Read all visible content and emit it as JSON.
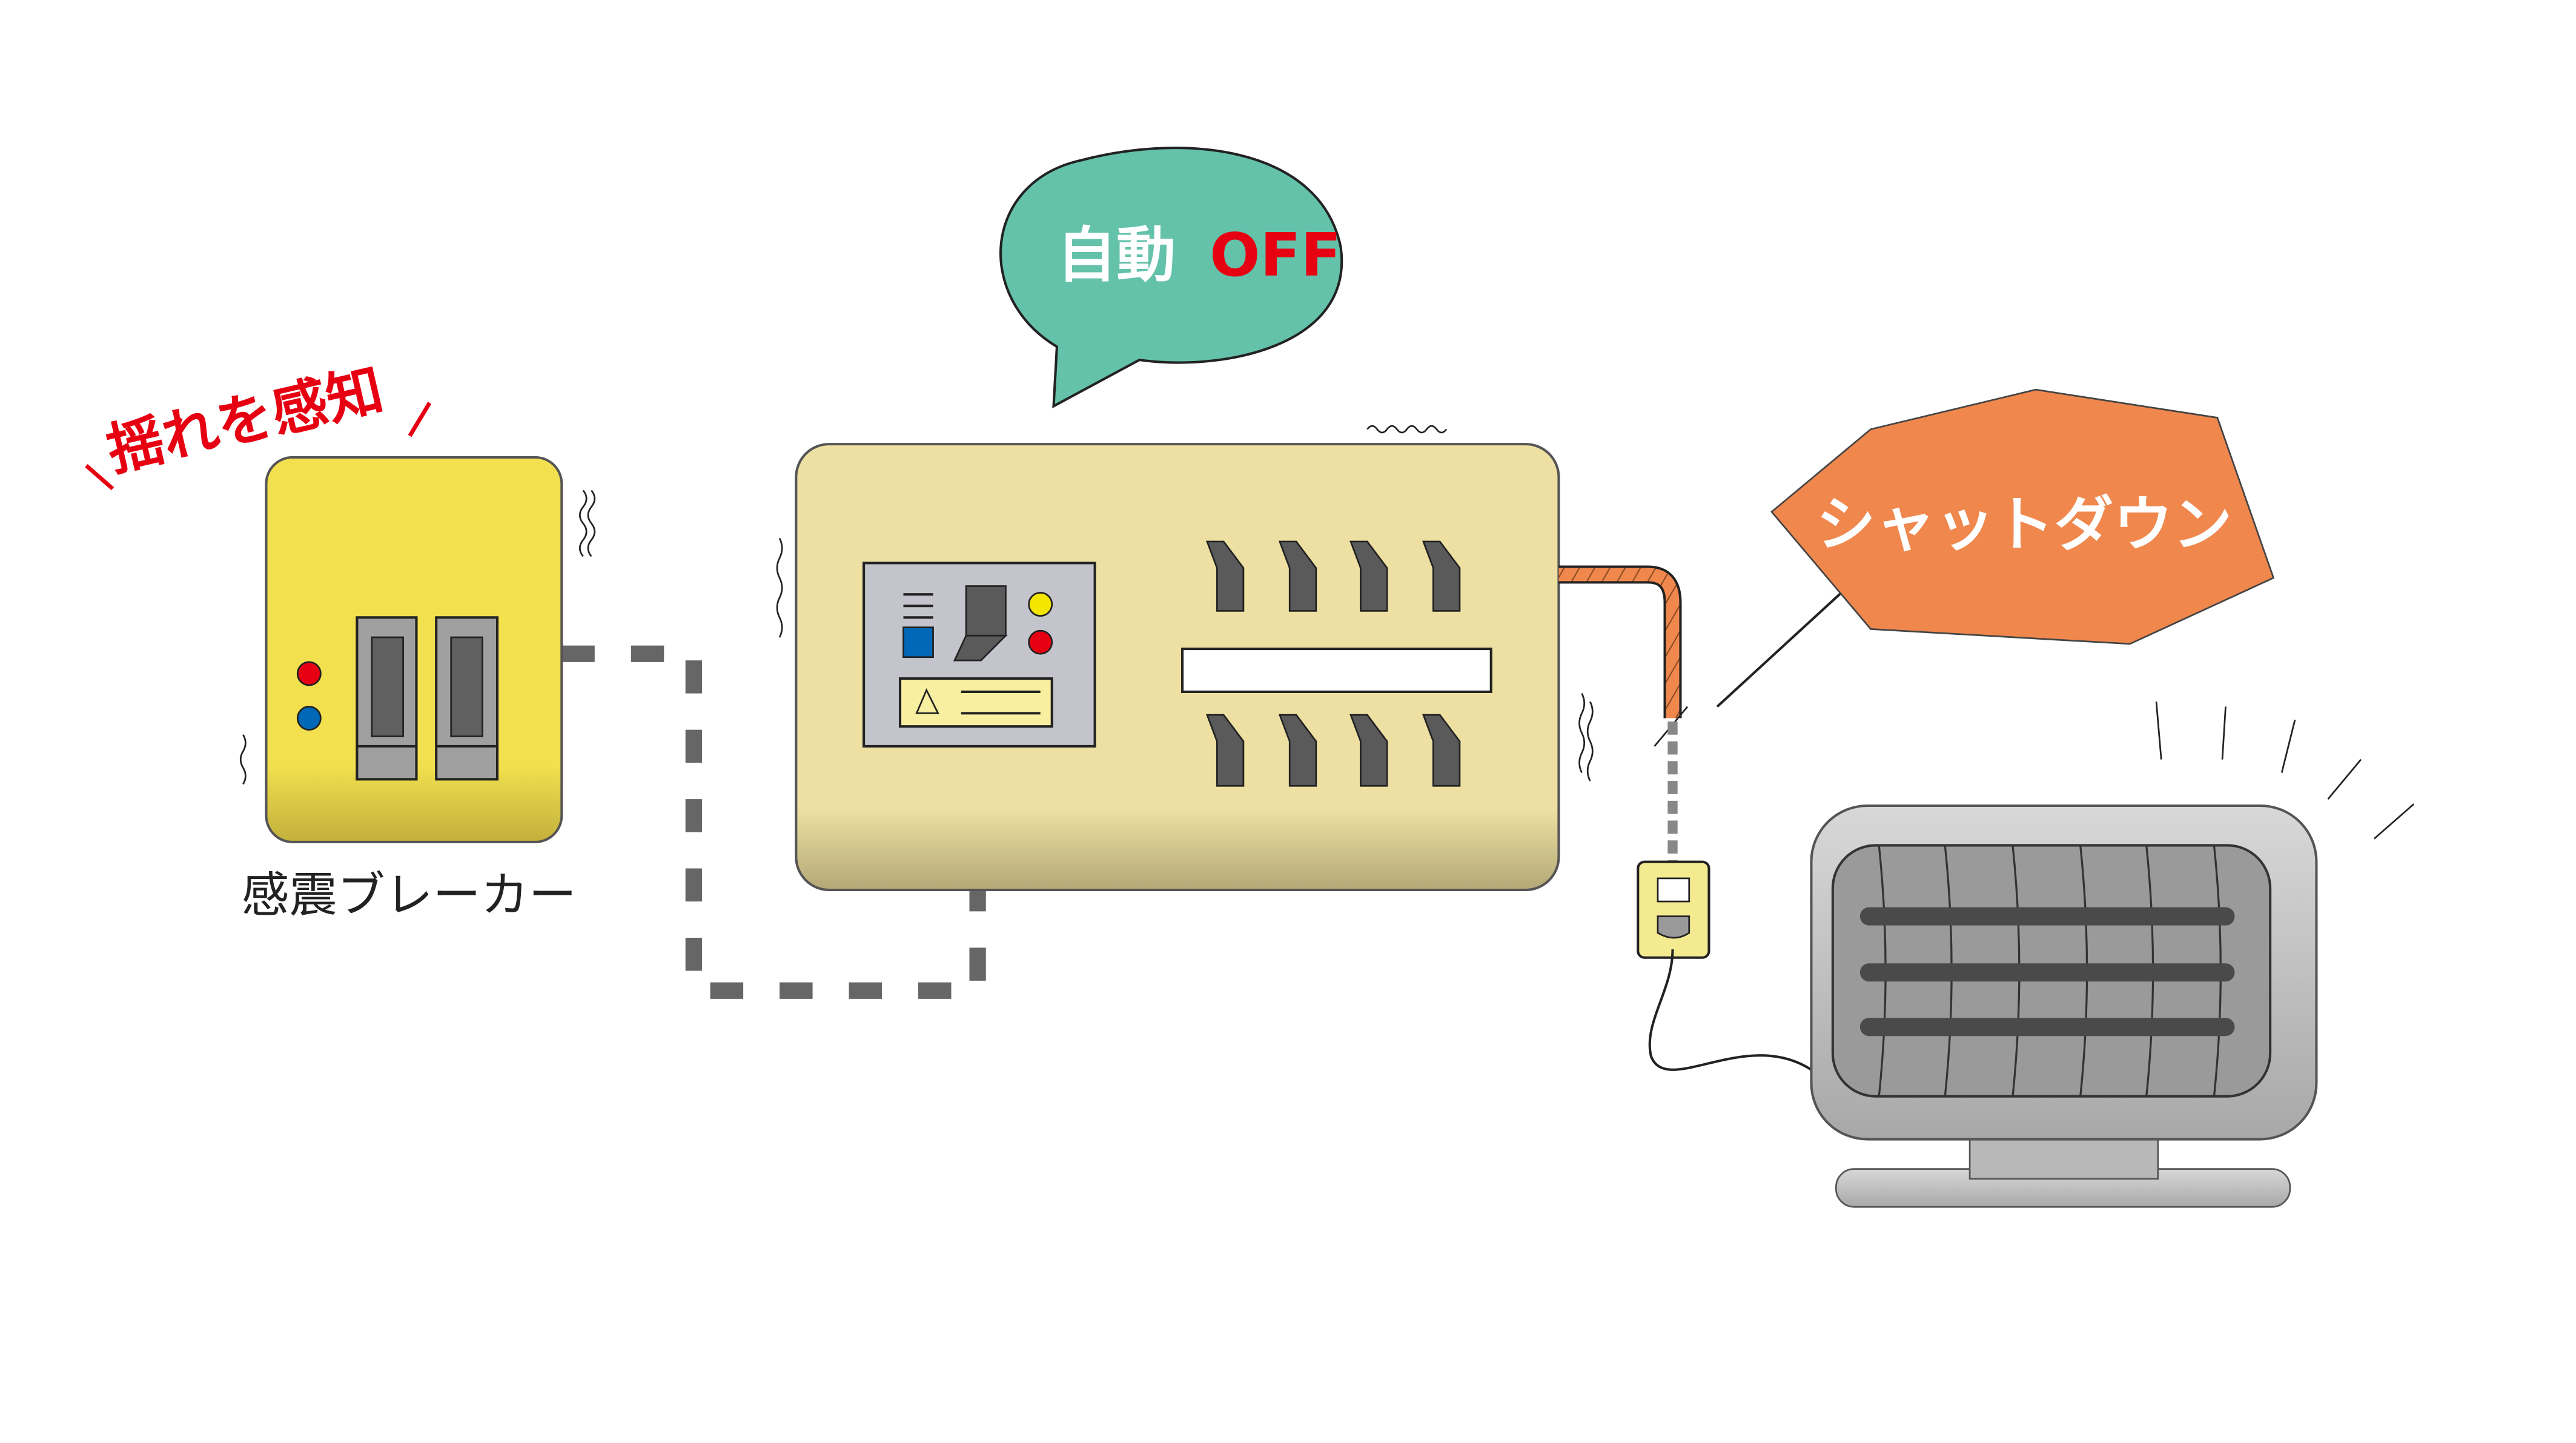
{
  "labels": {
    "shake_detect": "揺れを感知",
    "auto": "自動",
    "off": "OFF",
    "shutdown": "シャットダウン",
    "breaker_name": "感震ブレーカー"
  },
  "colors": {
    "breaker_yellow": "#f2e04e",
    "panel_beige": "#ede0a2",
    "bubble_teal": "#64c1aa",
    "shutdown_orange": "#f0884e",
    "alert_red": "#e60012",
    "signal_gray": "#666666"
  }
}
